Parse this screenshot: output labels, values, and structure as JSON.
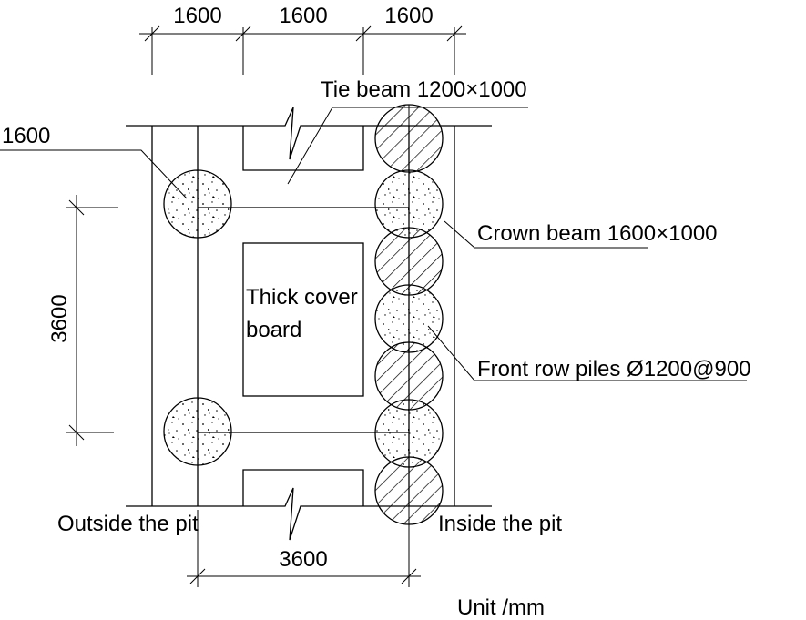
{
  "dimensions": {
    "top_spans": [
      "1600",
      "1600",
      "1600"
    ],
    "left_span": "1600",
    "vertical_span": "3600",
    "bottom_span": "3600"
  },
  "labels": {
    "tie_beam": "Tie beam 1200×1000",
    "crown_beam": "Crown beam 1600×1000",
    "front_row_piles": "Front row piles Ø1200@900",
    "cover_board_line1": "Thick cover",
    "cover_board_line2": "board",
    "outside_pit": "Outside the pit",
    "inside_pit": "Inside the pit",
    "unit": "Unit /mm"
  }
}
